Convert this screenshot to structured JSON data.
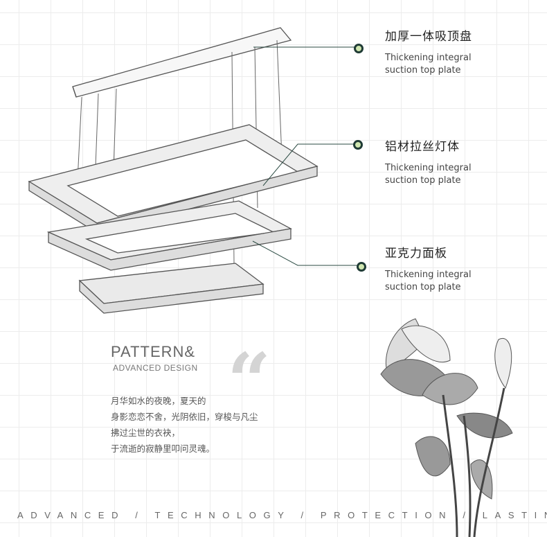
{
  "callouts": [
    {
      "cn": "加厚一体吸顶盘",
      "en1": "Thickening integral",
      "en2": "suction top plate"
    },
    {
      "cn": "铝材拉丝灯体",
      "en1": "Thickening integral",
      "en2": "suction top plate"
    },
    {
      "cn": "亚克力面板",
      "en1": "Thickening integral",
      "en2": "suction top plate"
    }
  ],
  "heading": {
    "title": "PATTERN&",
    "subtitle": "ADVANCED DESIGN",
    "quote_mark": "“"
  },
  "poem": [
    "月华如水的夜晚，夏天的",
    "身影恋恋不舍，光阴依旧，穿梭与凡尘",
    "拂过尘世的衣袂，",
    "于流逝的寂静里叩问灵魂。"
  ],
  "footer": "ADVANCED / TECHNOLOGY / PROTECTION / LASTING",
  "colors": {
    "dot_fill": "#cfe6b0",
    "dot_ring": "#1f3b35",
    "line": "#2a4a42"
  }
}
